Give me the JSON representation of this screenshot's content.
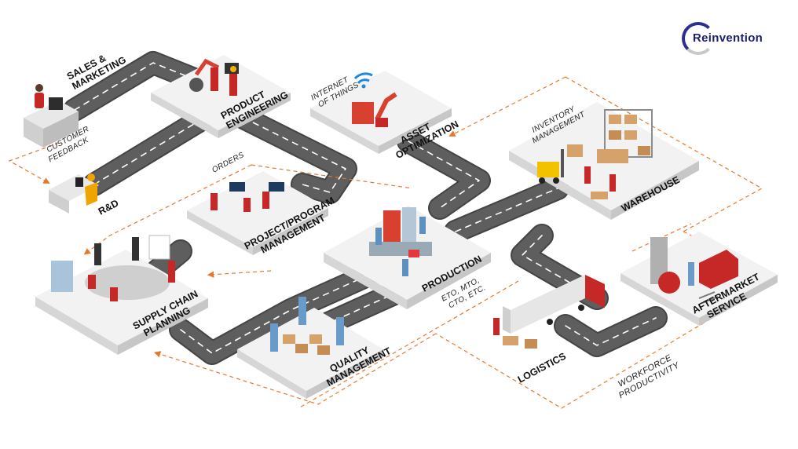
{
  "logo": {
    "text": "Reinvention"
  },
  "stations": {
    "sales": [
      "SALES &",
      "MARKETING"
    ],
    "product_engineering": [
      "PRODUCT",
      "ENGINEERING"
    ],
    "rnd": [
      "R&D"
    ],
    "project_mgmt": [
      "PROJECT/PROGRAM",
      "MANAGEMENT"
    ],
    "asset_optimization": [
      "ASSET",
      "OPTIMIZATION"
    ],
    "warehouse": [
      "WAREHOUSE"
    ],
    "production": [
      "PRODUCTION"
    ],
    "supply_chain": [
      "SUPPLY CHAIN",
      "PLANNING"
    ],
    "quality": [
      "QUALITY",
      "MANAGEMENT"
    ],
    "logistics": [
      "LOGISTICS"
    ],
    "aftermarket": [
      "AFTERMARKET",
      "SERVICE"
    ]
  },
  "annotations": {
    "customer_feedback": [
      "CUSTOMER",
      "FEEDBACK"
    ],
    "orders": "ORDERS",
    "iot": [
      "INTERNET",
      "OF THINGS"
    ],
    "inventory": [
      "INVENTORY",
      "MANAGEMENT"
    ],
    "eto": [
      "ETO, MTO,",
      "CTO, ETC."
    ],
    "workforce": [
      "WORKFORCE",
      "PRODUCTIVITY"
    ]
  },
  "colors": {
    "road": "#5b5b5b",
    "road_edge": "#3f3f3f",
    "dash_arrow": "#e8772e",
    "platform": "#f1f1f1",
    "platform_side": "#d9d9d9",
    "accent": "#d62f2f",
    "logo": "#1b1f6e"
  }
}
